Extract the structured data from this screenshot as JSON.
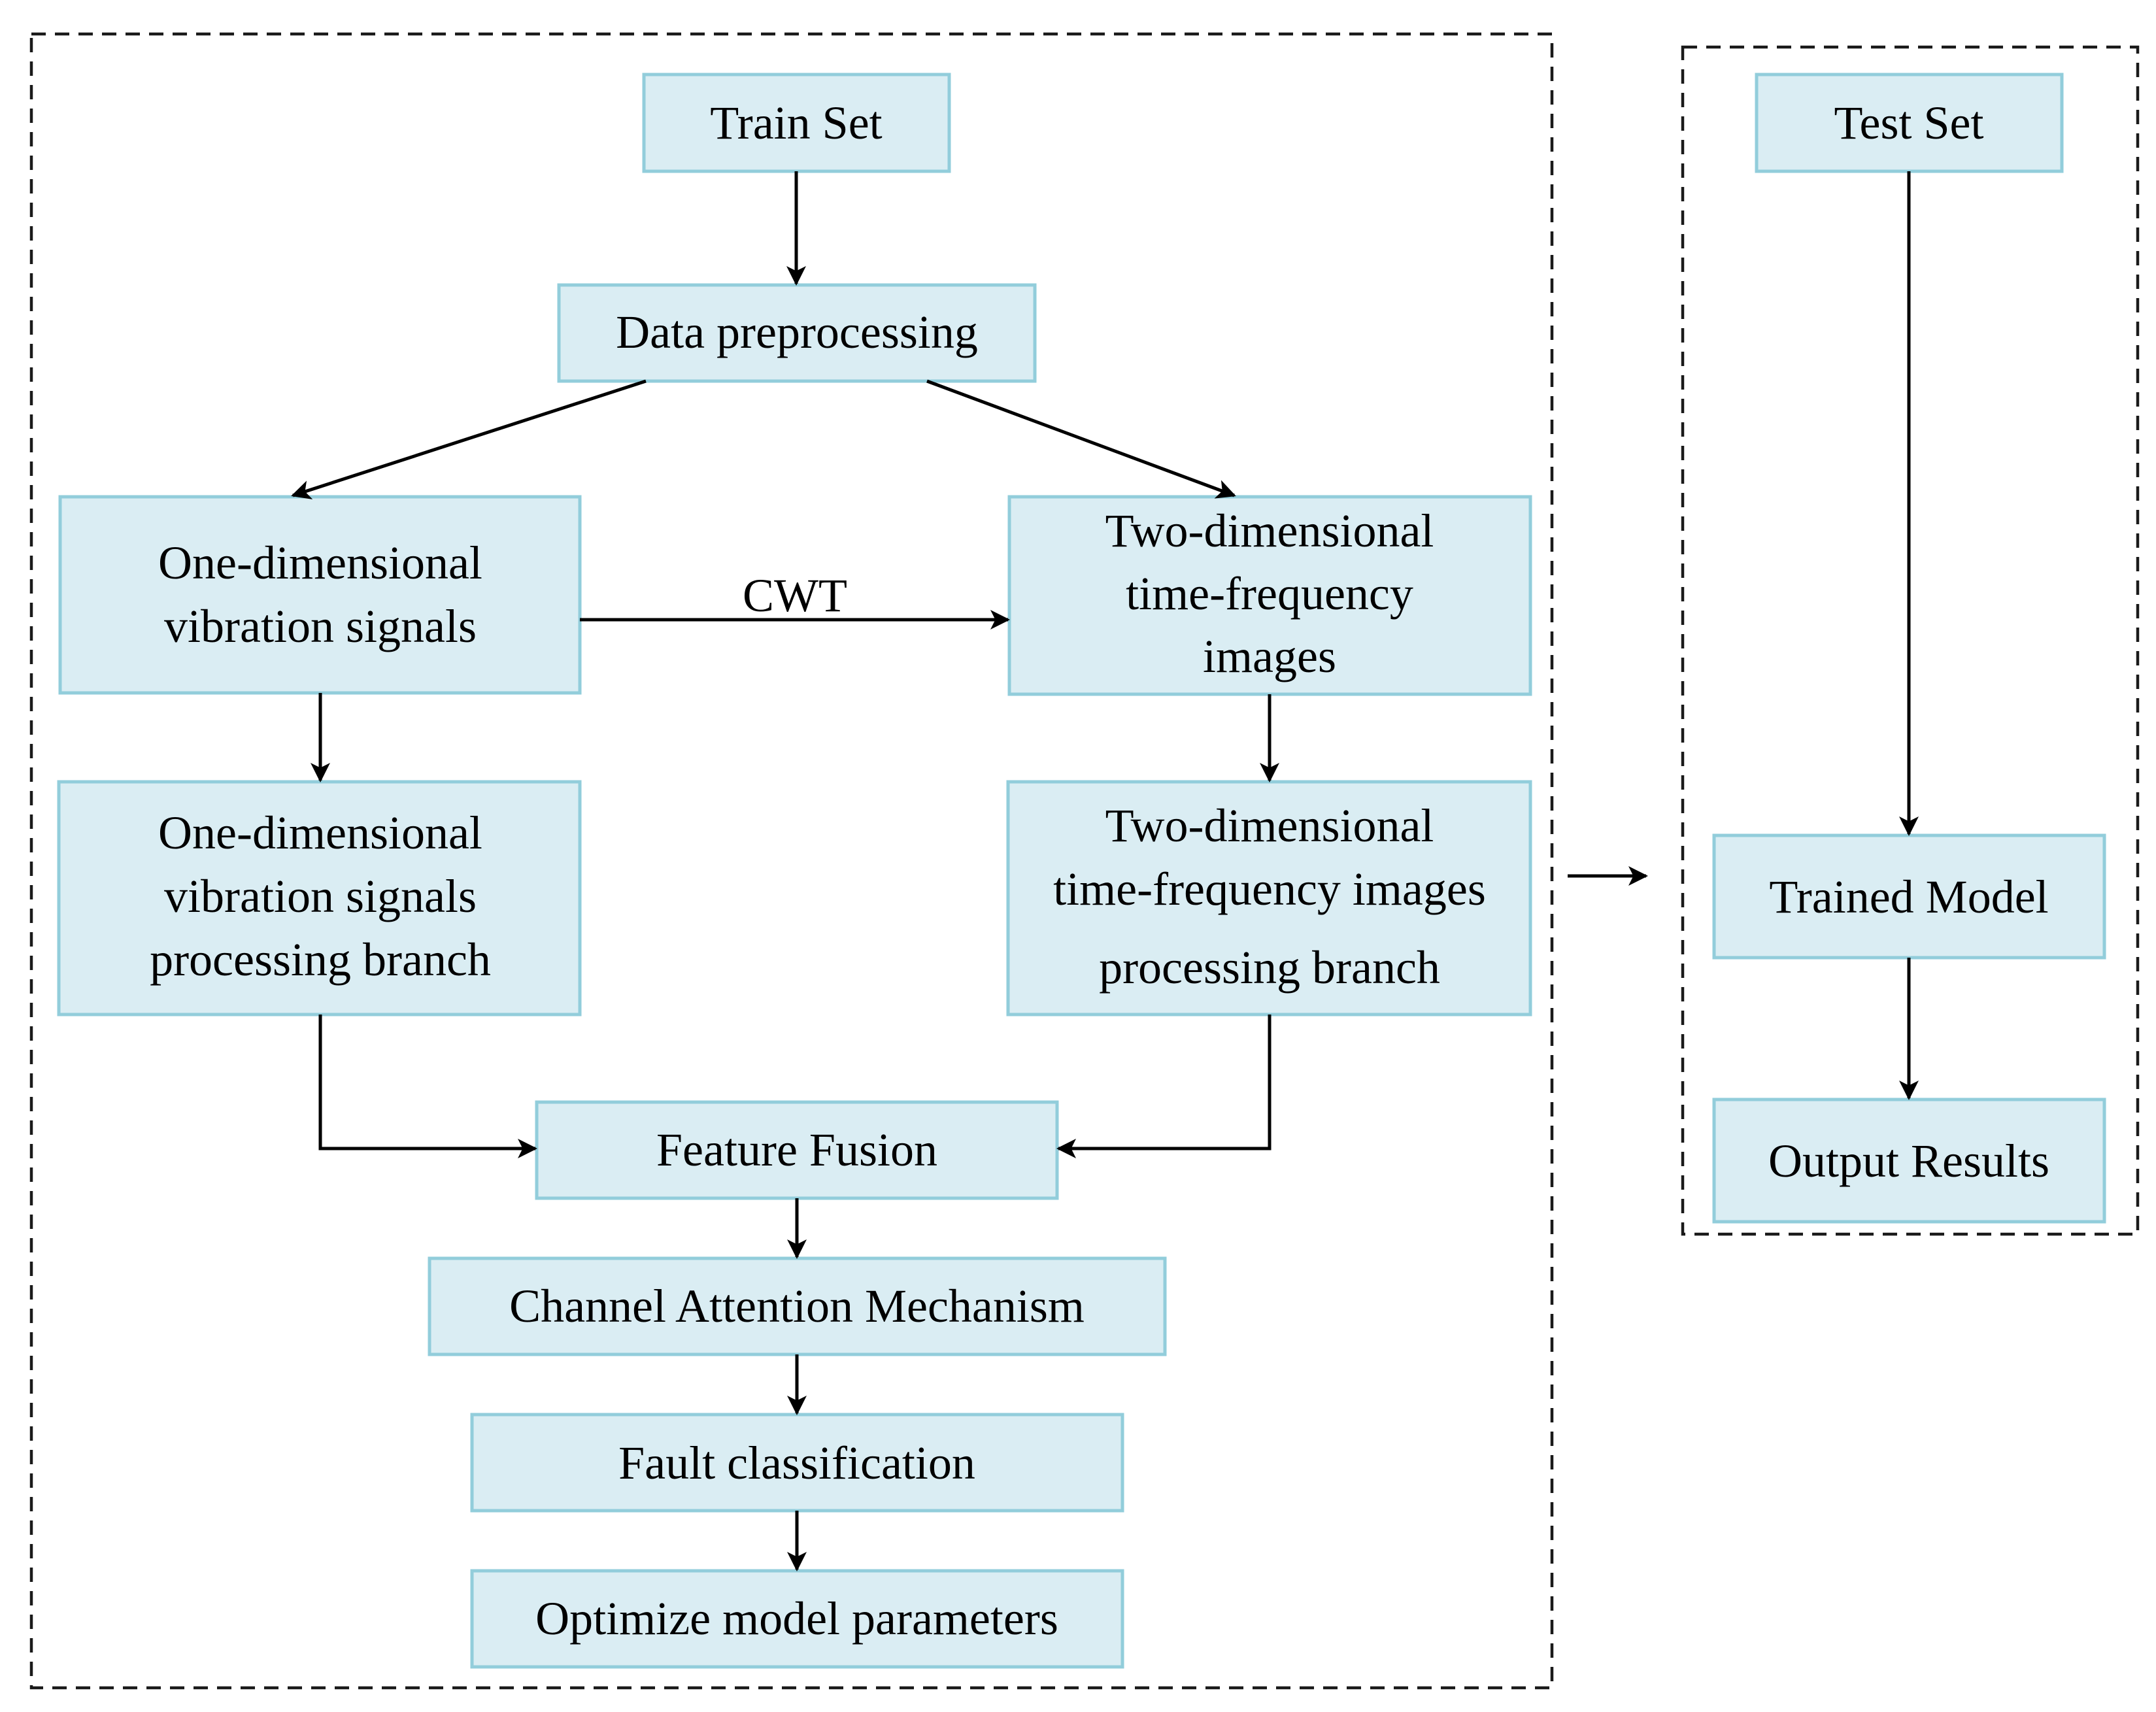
{
  "training": {
    "train_set": "Train Set",
    "preprocessing": "Data preprocessing",
    "one_d_signals": [
      "One-dimensional",
      "vibration signals"
    ],
    "cwt": "CWT",
    "two_d_images": [
      "Two-dimensional",
      "time-frequency",
      "images"
    ],
    "one_d_branch": [
      "One-dimensional",
      "vibration signals",
      "processing branch"
    ],
    "two_d_branch": [
      "Two-dimensional",
      "time-frequency images",
      "processing branch"
    ],
    "feature_fusion": "Feature Fusion",
    "channel_attention": "Channel Attention Mechanism",
    "fault_classification": "Fault classification",
    "optimize": "Optimize model parameters"
  },
  "testing": {
    "test_set": "Test Set",
    "trained_model": "Trained Model",
    "output_results": "Output Results"
  },
  "colors": {
    "box_fill": "#daedf3",
    "box_border": "#92cddb",
    "line": "#000000"
  }
}
